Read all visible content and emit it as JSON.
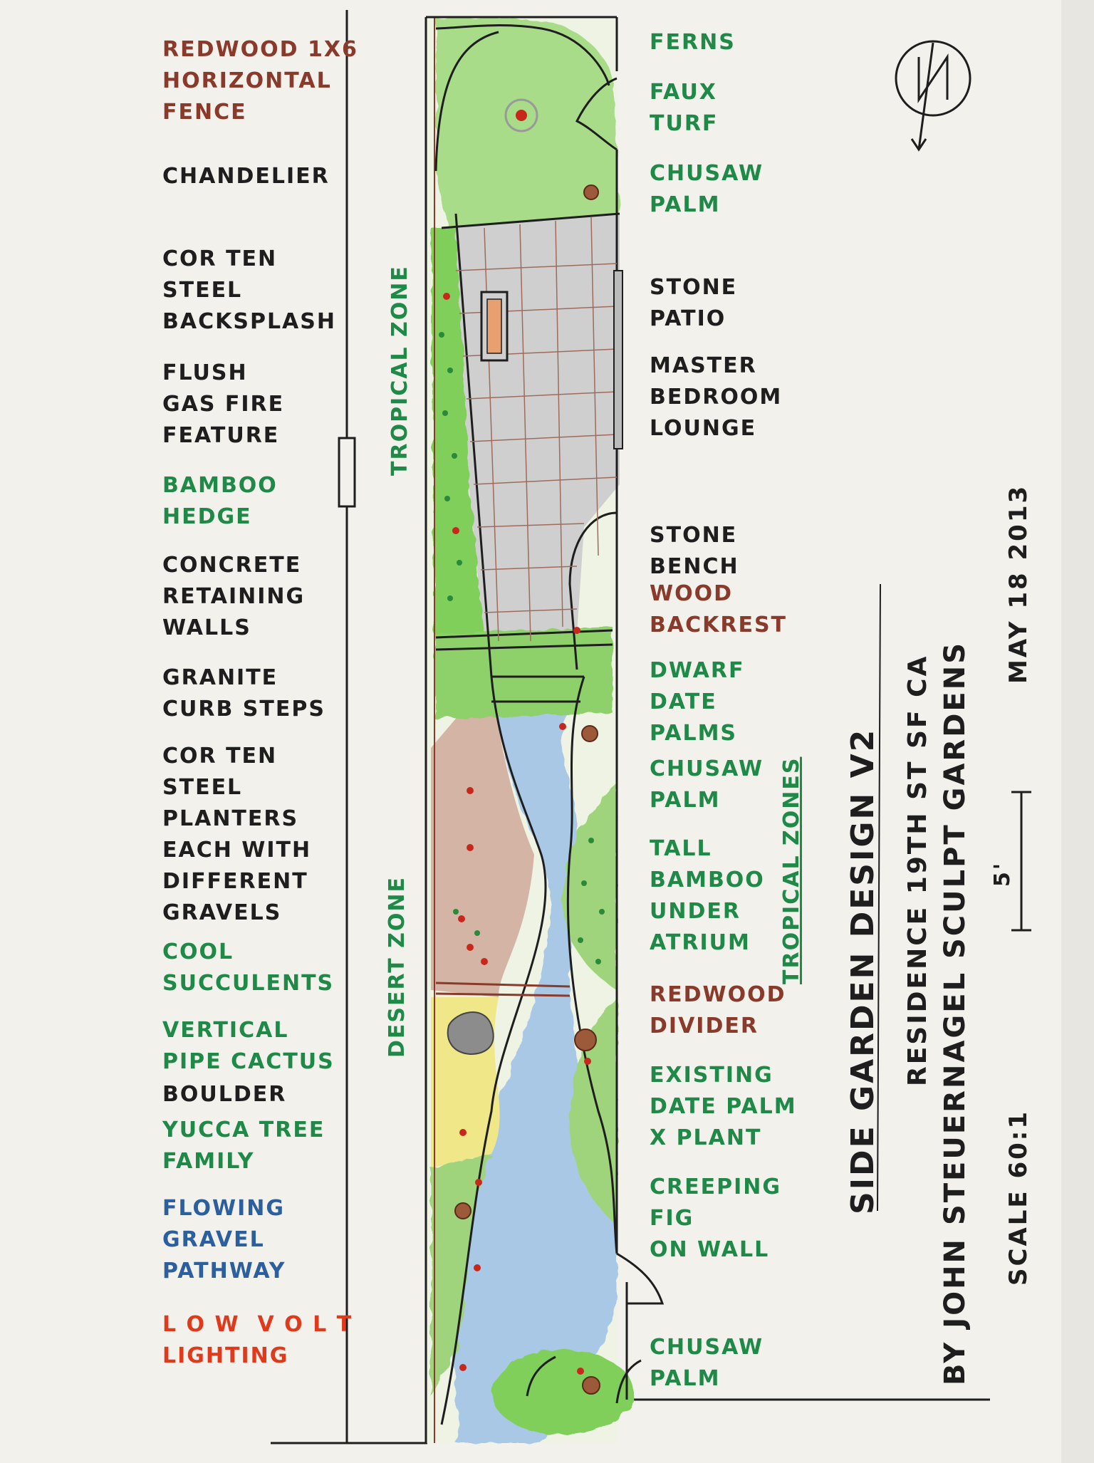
{
  "left_labels": [
    {
      "id": "redwood-fence",
      "color": "#8a3a2a",
      "lines": [
        "REDWOOD 1X6",
        "HORIZONTAL",
        "FENCE"
      ]
    },
    {
      "id": "chandelier",
      "color": "#1e1e1e",
      "lines": [
        "CHANDELIER"
      ]
    },
    {
      "id": "corten-backsplash",
      "color": "#1e1e1e",
      "lines": [
        "COR TEN",
        "STEEL",
        "BACKSPLASH"
      ]
    },
    {
      "id": "gas-fire",
      "color": "#1e1e1e",
      "lines": [
        "FLUSH",
        "GAS FIRE",
        "FEATURE"
      ]
    },
    {
      "id": "bamboo-hedge",
      "color": "#1f8a47",
      "lines": [
        "BAMBOO",
        "HEDGE"
      ]
    },
    {
      "id": "retaining-walls",
      "color": "#1e1e1e",
      "lines": [
        "CONCRETE",
        "RETAINING",
        "WALLS"
      ]
    },
    {
      "id": "granite-steps",
      "color": "#1e1e1e",
      "lines": [
        "GRANITE",
        "CURB STEPS"
      ]
    },
    {
      "id": "corten-planters",
      "color": "#1e1e1e",
      "lines": [
        "COR TEN",
        "STEEL",
        "PLANTERS",
        "EACH WITH",
        "DIFFERENT",
        "GRAVELS"
      ]
    },
    {
      "id": "cool-succulents",
      "color": "#1f8a47",
      "lines": [
        "COOL",
        "SUCCULENTS"
      ]
    },
    {
      "id": "pipe-cactus",
      "color": "#1f8a47",
      "lines": [
        "VERTICAL",
        "PIPE CACTUS"
      ]
    },
    {
      "id": "boulder",
      "color": "#1e1e1e",
      "lines": [
        "BOULDER"
      ]
    },
    {
      "id": "yucca",
      "color": "#1f8a47",
      "lines": [
        "YUCCA TREE",
        "FAMILY"
      ]
    },
    {
      "id": "gravel-path",
      "color": "#2b5f9e",
      "lines": [
        "FLOWING",
        "GRAVEL",
        "PATHWAY"
      ]
    },
    {
      "id": "low-volt",
      "color": "#e03a1c",
      "lines": [
        "L O W  V O L T",
        "LIGHTING"
      ]
    }
  ],
  "right_labels": [
    {
      "id": "ferns",
      "color": "#1f8a47",
      "lines": [
        "FERNS"
      ]
    },
    {
      "id": "faux-turf",
      "color": "#1f8a47",
      "lines": [
        "FAUX",
        "TURF"
      ]
    },
    {
      "id": "chusaw-palm-1",
      "color": "#1f8a47",
      "lines": [
        "CHUSAW",
        "PALM"
      ]
    },
    {
      "id": "stone-patio",
      "color": "#1e1e1e",
      "lines": [
        "STONE",
        "PATIO"
      ]
    },
    {
      "id": "master-lounge",
      "color": "#1e1e1e",
      "lines": [
        "MASTER",
        "BEDROOM",
        "LOUNGE"
      ]
    },
    {
      "id": "stone-bench",
      "color": "#1e1e1e",
      "lines": [
        "STONE",
        "BENCH"
      ]
    },
    {
      "id": "wood-backrest",
      "color": "#8a3a2a",
      "lines": [
        "WOOD",
        "BACKREST"
      ]
    },
    {
      "id": "dwarf-date-palms",
      "color": "#1f8a47",
      "lines": [
        "DWARF",
        "DATE",
        "PALMS"
      ]
    },
    {
      "id": "chusaw-palm-2",
      "color": "#1f8a47",
      "lines": [
        "CHUSAW",
        "PALM"
      ]
    },
    {
      "id": "tall-bamboo",
      "color": "#1f8a47",
      "lines": [
        "TALL",
        "BAMBOO",
        "UNDER",
        "ATRIUM"
      ]
    },
    {
      "id": "redwood-divider",
      "color": "#8a3a2a",
      "lines": [
        "REDWOOD",
        "DIVIDER"
      ]
    },
    {
      "id": "existing-date-palm",
      "color": "#1f8a47",
      "lines": [
        "EXISTING",
        "DATE PALM",
        "X PLANT"
      ]
    },
    {
      "id": "creeping-fig",
      "color": "#1f8a47",
      "lines": [
        "CREEPING",
        "FIG",
        "ON WALL"
      ]
    },
    {
      "id": "chusaw-palm-3",
      "color": "#1f8a47",
      "lines": [
        "CHUSAW",
        "PALM"
      ]
    }
  ],
  "zones": {
    "tropical_zone": "TROPICAL ZONE",
    "desert_zone": "DESERT ZONE",
    "tropical_zones": "TROPICAL ZONES"
  },
  "title_block": {
    "title": "SIDE GARDEN DESIGN V2",
    "residence": "RESIDENCE     19TH ST SF CA",
    "author": "BY JOHN STEUERNAGEL SCULPT GARDENS",
    "scale": "SCALE 60:1",
    "scale_bar_label": "5'",
    "date": "MAY 18 2013"
  },
  "colors": {
    "paper": "#f2f1ec",
    "lawn": "#a8dc88",
    "foliage": "#5fbf4a",
    "patio": "#cfcfcf",
    "gravel": "#a9c8e6",
    "planter_gravel": "#c9a38f",
    "sand": "#f0e888",
    "ink": "#1e1e1e",
    "redwood": "#8a3a2a"
  },
  "north_arrow": {
    "icon": "north-arrow-icon",
    "letter": "N"
  }
}
